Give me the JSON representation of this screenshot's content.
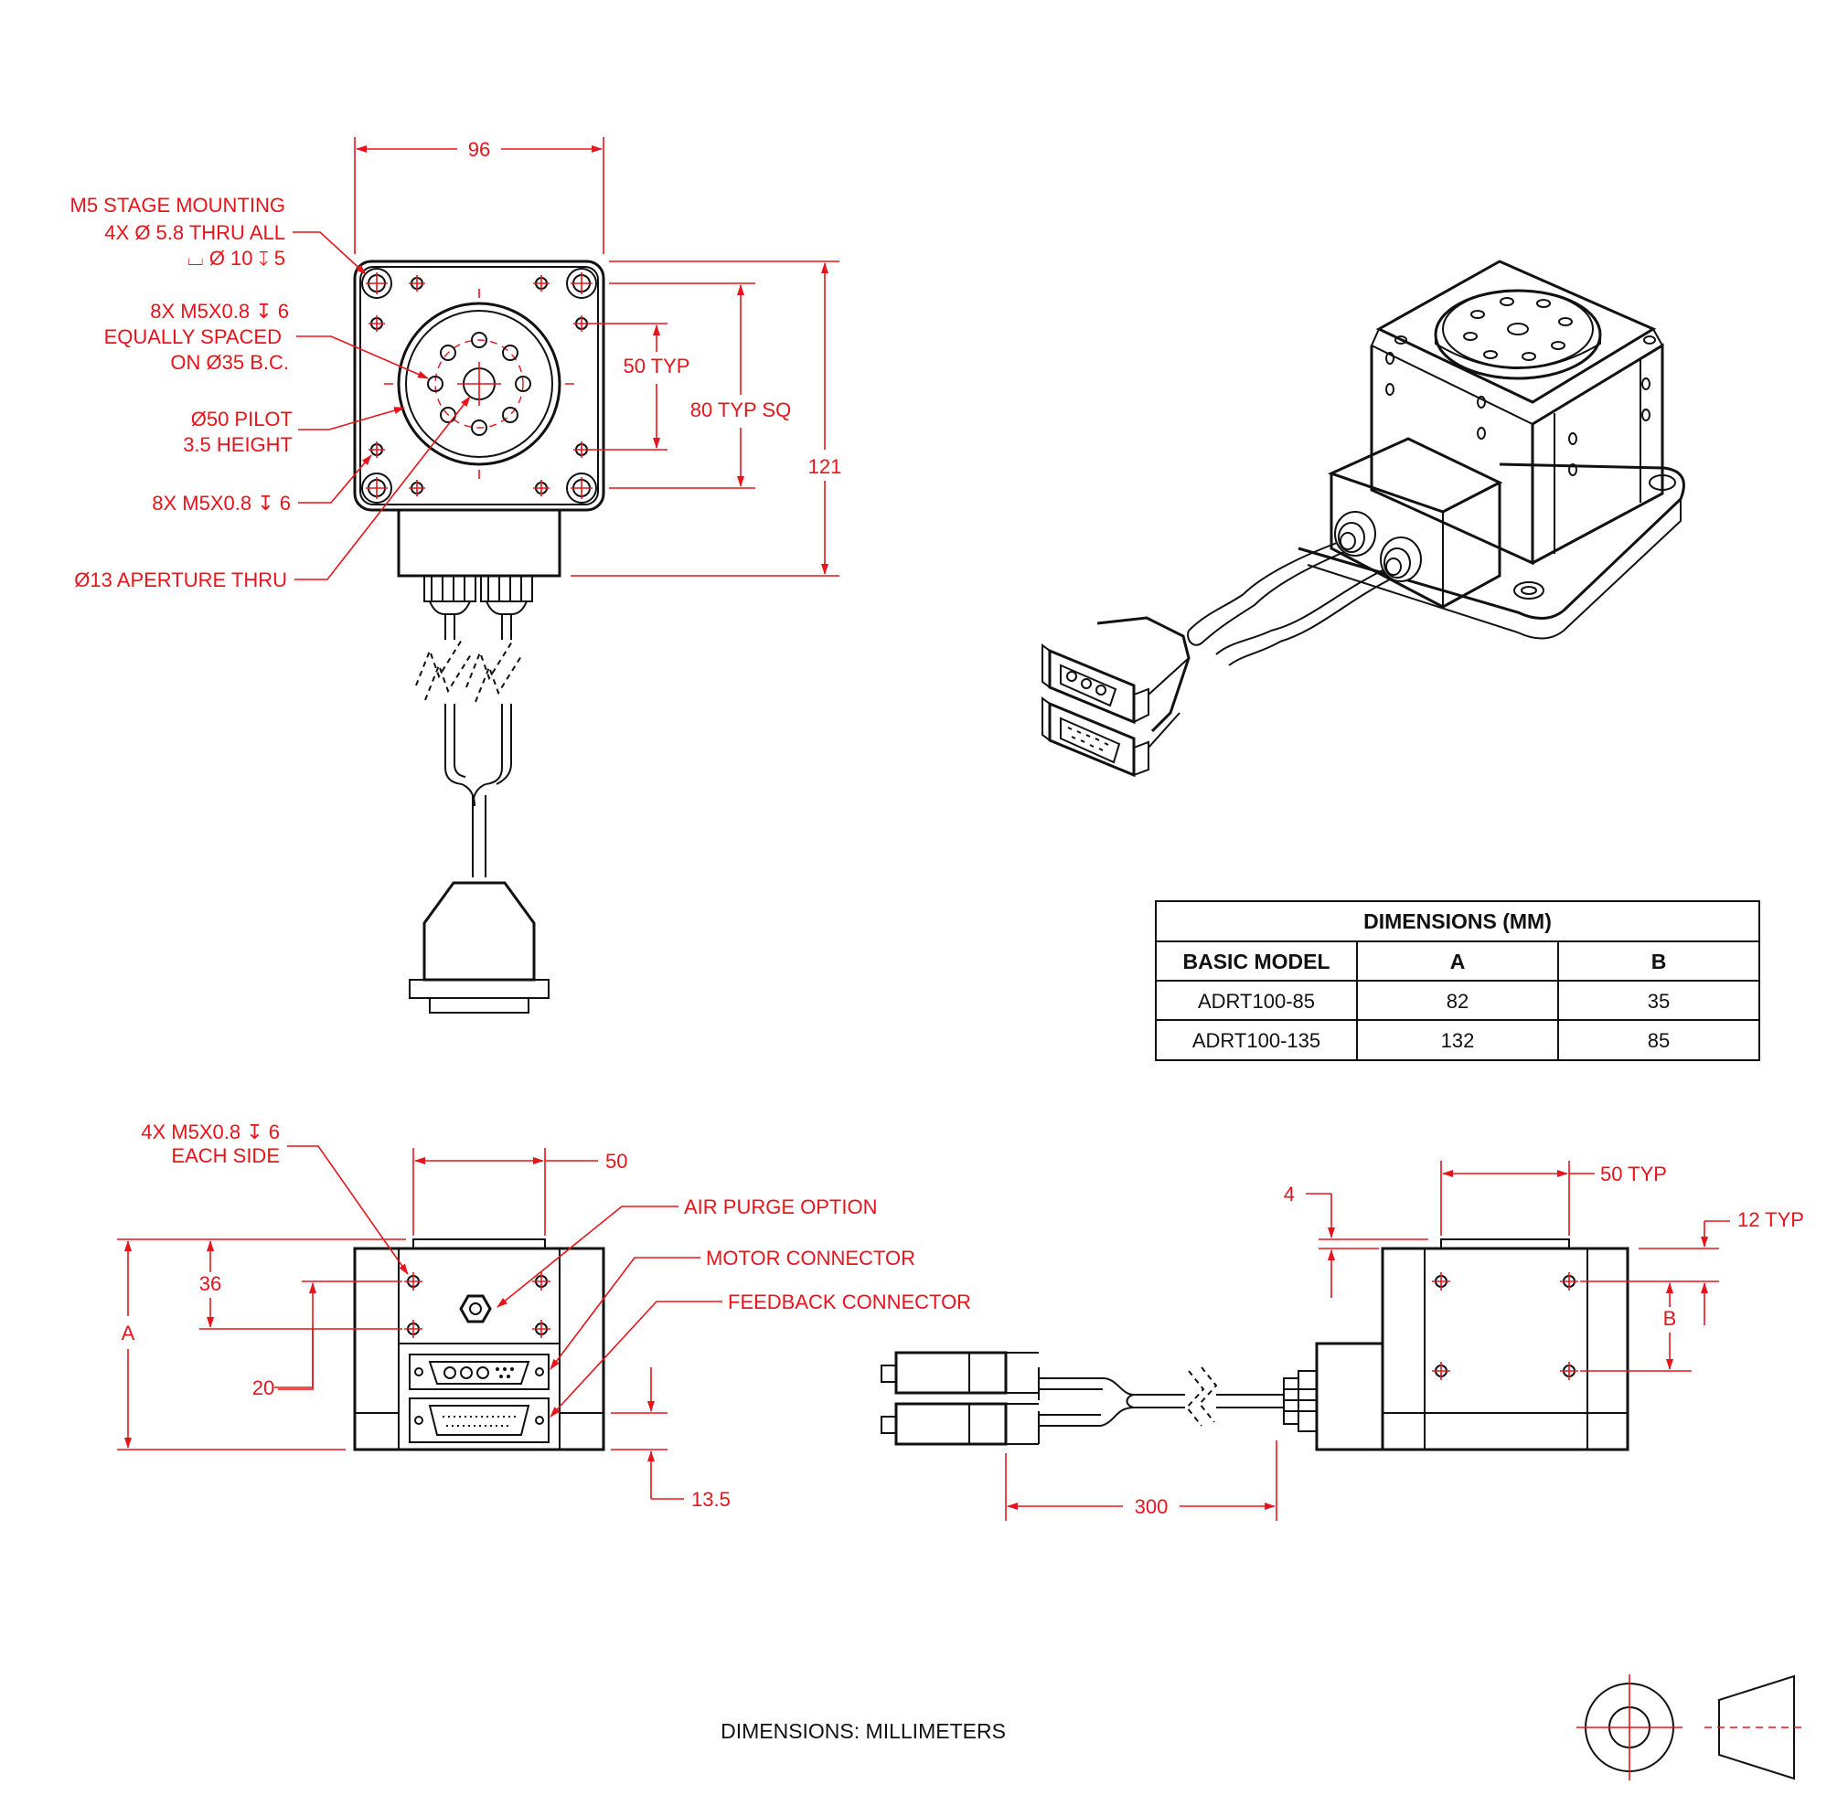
{
  "top_view": {
    "dim_width": "96",
    "dim_pitch": "50 TYP",
    "dim_square": "80 TYP SQ",
    "dim_height": "121",
    "callout_mounting": [
      "M5 STAGE MOUNTING",
      "4X  Ø  5.8 THRU ALL",
      "⌴  Ø  10 ↧ 5"
    ],
    "callout_bolt_circle": [
      "8X M5X0.8 ↧ 6",
      "EQUALLY SPACED",
      "ON  Ø35 B.C."
    ],
    "callout_pilot": [
      "Ø50 PILOT",
      "3.5 HEIGHT"
    ],
    "callout_holes": "8X M5X0.8 ↧ 6",
    "callout_aperture": "Ø13 APERTURE THRU"
  },
  "front_view": {
    "callout_side_holes": [
      "4X M5X0.8 ↧ 6",
      "EACH SIDE"
    ],
    "dim_width": "50",
    "dim_a": "A",
    "dim_36": "36",
    "dim_20": "20",
    "dim_13_5": "13.5",
    "callout_air_purge": "AIR PURGE OPTION",
    "callout_motor": "MOTOR CONNECTOR",
    "callout_feedback": "FEEDBACK CONNECTOR"
  },
  "side_view": {
    "dim_4": "4",
    "dim_pitch": "50 TYP",
    "dim_12": "12 TYP",
    "dim_b": "B",
    "dim_cable": "300"
  },
  "table": {
    "title": "DIMENSIONS (MM)",
    "headers": [
      "BASIC MODEL",
      "A",
      "B"
    ],
    "rows": [
      [
        "ADRT100-85",
        "82",
        "35"
      ],
      [
        "ADRT100-135",
        "132",
        "85"
      ]
    ]
  },
  "units_note": "DIMENSIONS:  MILLIMETERS",
  "colors": {
    "annotation": "#e8141b",
    "linework": "#111111",
    "background": "#ffffff"
  }
}
